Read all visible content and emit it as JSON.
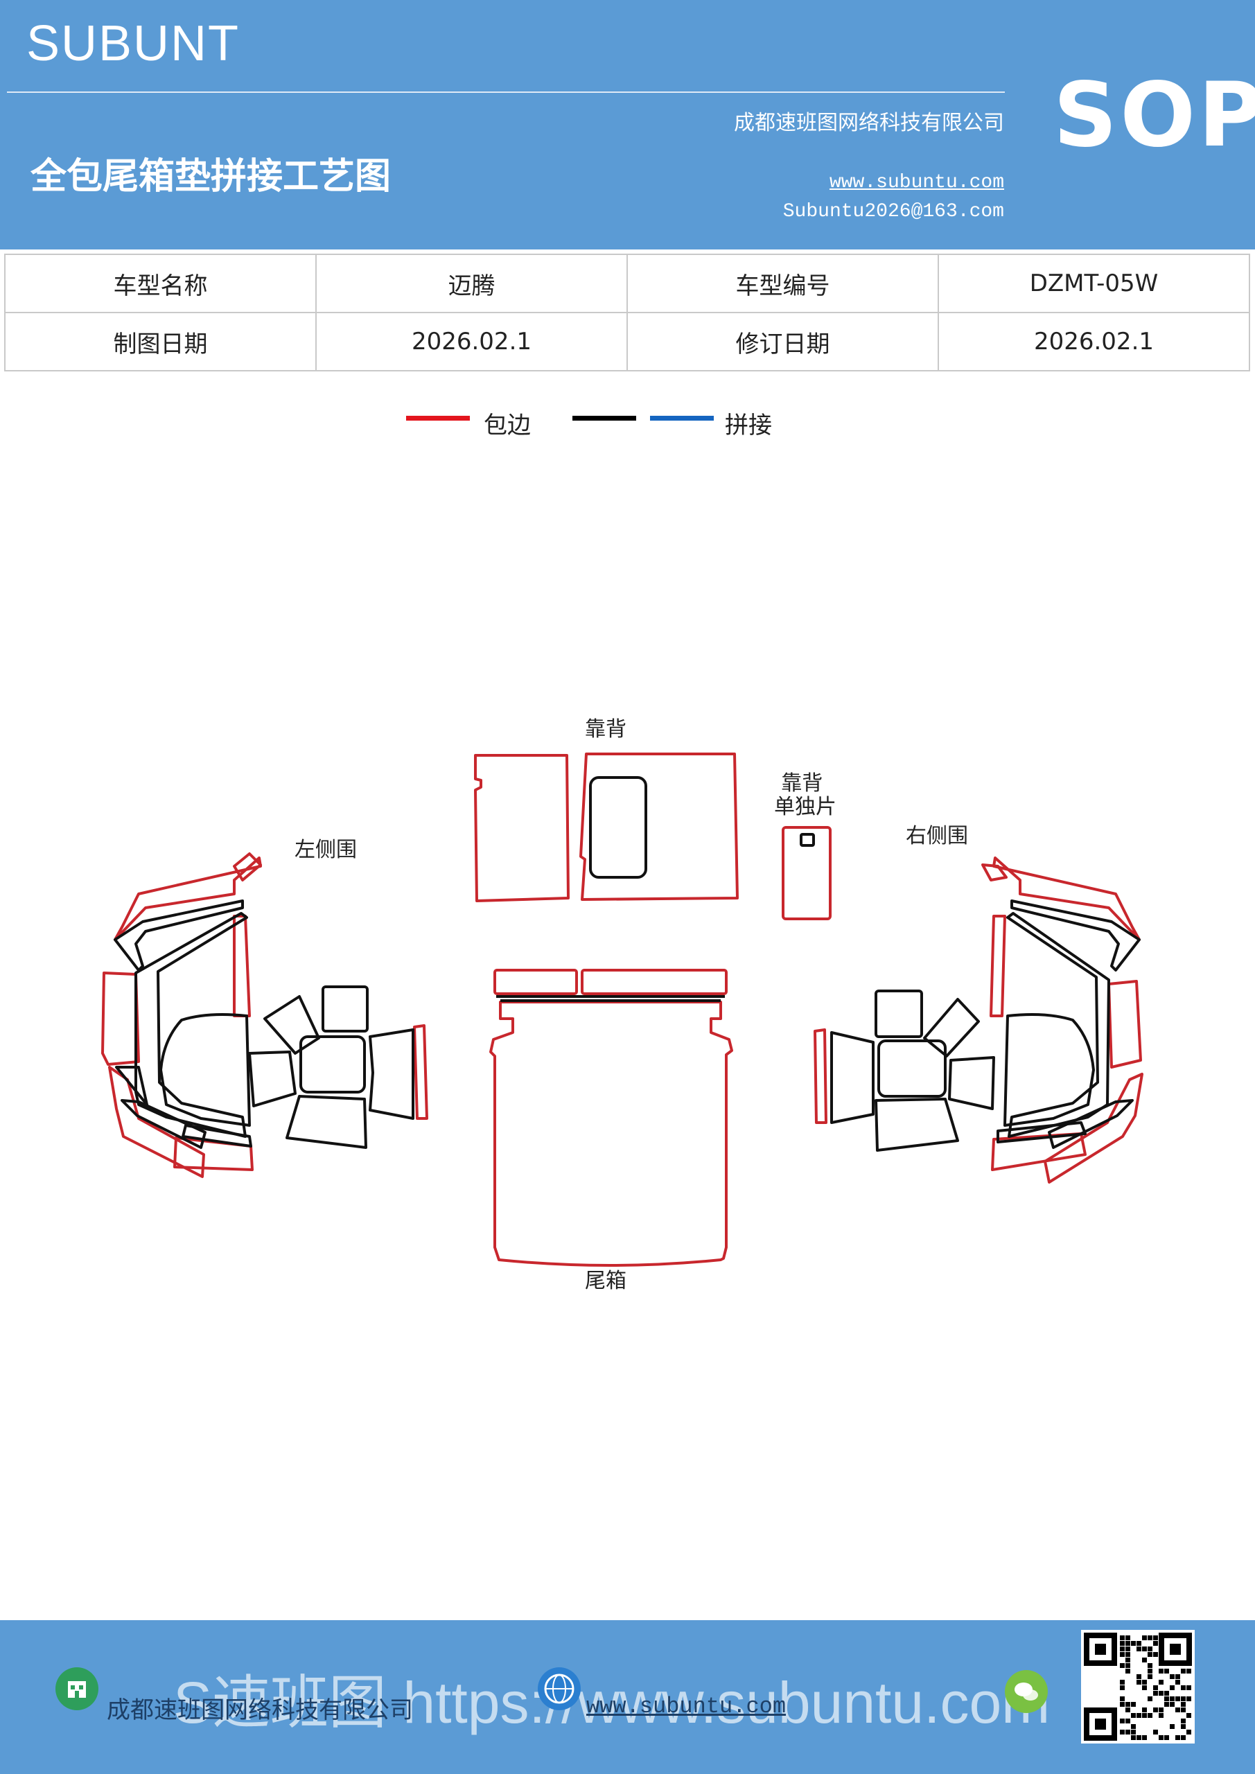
{
  "header": {
    "brand": "SUBUNT",
    "title": "全包尾箱垫拼接工艺图",
    "company": "成都速班图网络科技有限公司",
    "website": "www.subuntu.com",
    "email": "Subuntu2026@163.com",
    "badge": "SOP"
  },
  "info_table": [
    [
      "车型名称",
      "迈腾",
      "车型编号",
      "DZMT-05W"
    ],
    [
      "制图日期",
      "2026.02.1",
      "修订日期",
      "2026.02.1"
    ]
  ],
  "legend": [
    {
      "label": "包边",
      "colors": [
        "#e3151d"
      ]
    },
    {
      "label": "拼接",
      "colors": [
        "#000000",
        "#1565c0"
      ]
    }
  ],
  "diagram": {
    "labels": {
      "backrest": "靠背",
      "backrest_single": "靠背单独片",
      "left_side": "左侧围",
      "right_side": "右侧围",
      "trunk": "尾箱"
    },
    "colors": {
      "edge": "#c8272d",
      "seam": "#111111"
    }
  },
  "footer": {
    "company": "成都速班图网络科技有限公司",
    "website": "www.subuntu.com",
    "watermark": "S速班图 https://www.subuntu.com"
  }
}
